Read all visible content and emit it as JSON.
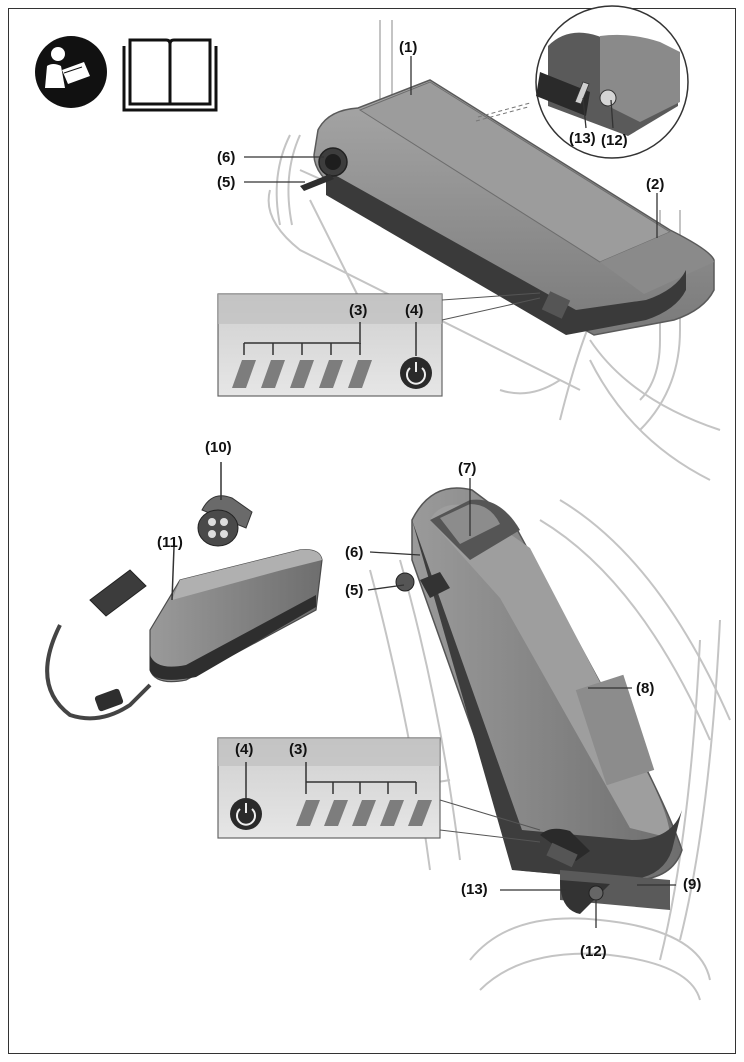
{
  "callouts": {
    "c1": "(1)",
    "c2": "(2)",
    "c3_top": "(3)",
    "c4_top": "(4)",
    "c5_top": "(5)",
    "c6_top": "(6)",
    "c13_top": "(13)",
    "c12_top": "(12)",
    "c10": "(10)",
    "c11": "(11)",
    "c7": "(7)",
    "c6_bottom": "(6)",
    "c5_bottom": "(5)",
    "c8": "(8)",
    "c4_bottom": "(4)",
    "c3_bottom": "(3)",
    "c13_bottom": "(13)",
    "c9": "(9)",
    "c12_bottom": "(12)"
  },
  "icons": {
    "read_manual": "read-manual-icon",
    "manual_book": "manual-book-icon"
  },
  "colors": {
    "battery_body": "#8a8a8a",
    "battery_dark": "#3c3c3c",
    "panel_bg": "#d9d9d9",
    "line": "#b8b8b8"
  }
}
